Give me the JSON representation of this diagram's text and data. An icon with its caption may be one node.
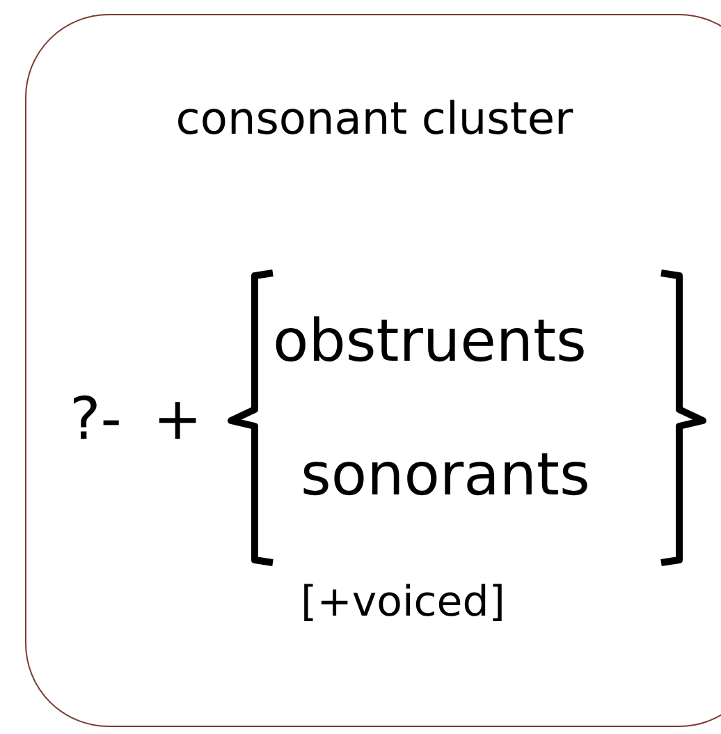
{
  "diagram": {
    "nodes": [
      {
        "text": [
          "consonant cluster"
        ]
      }
    ],
    "labels": [
      "?-",
      "+",
      "obstruents",
      "sonorants",
      "[+voiced]"
    ]
  }
}
